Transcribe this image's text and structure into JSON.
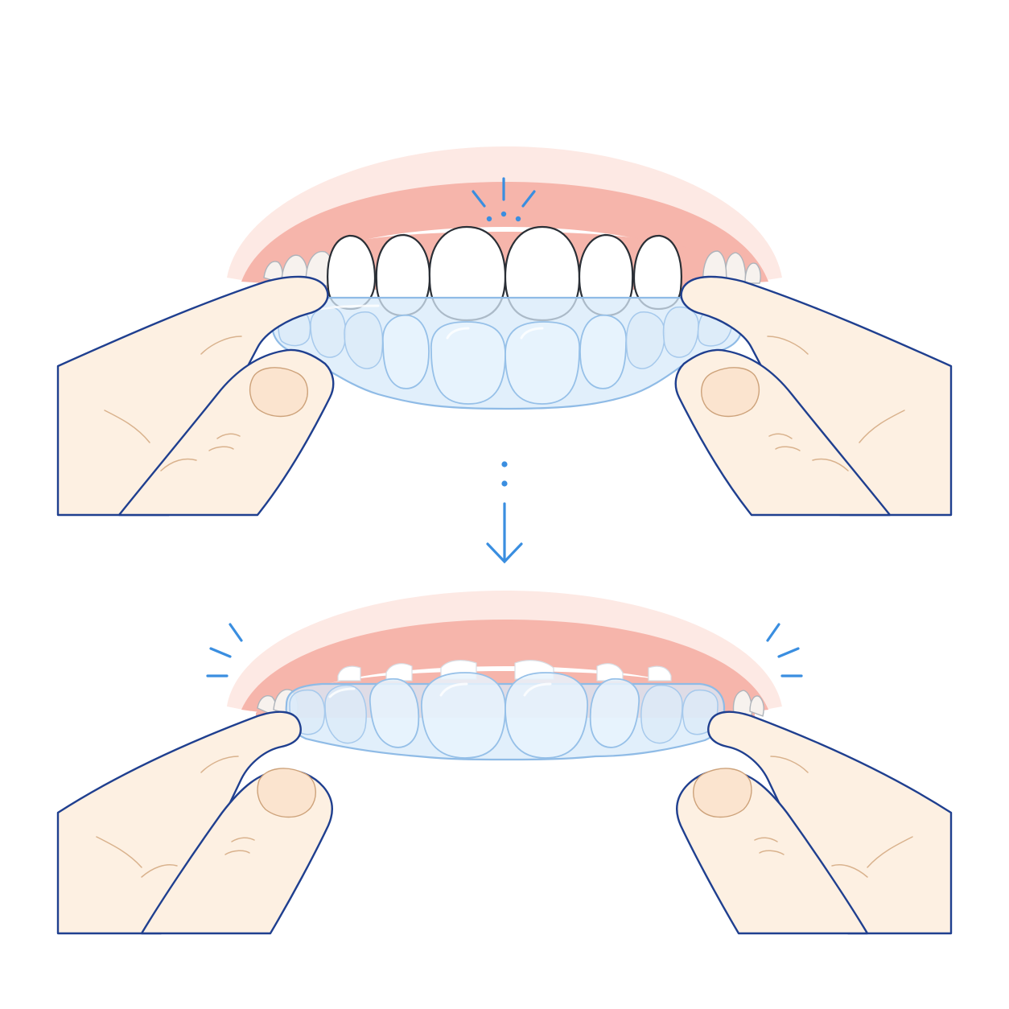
{
  "figure": {
    "panels": [
      {
        "id": "before",
        "description_tag": "aligner-held-below-teeth"
      },
      {
        "id": "after",
        "description_tag": "aligner-seated-on-teeth"
      }
    ],
    "icons": {
      "sparkle": "sparkle-lines-icon",
      "arrow": "down-arrow-icon"
    },
    "colors": {
      "accent": "#3a8ee0",
      "outline": "#1f3f8f",
      "gum": "#f6b5ab",
      "skin": "#fdf0e2",
      "aligner": "#d7e9f9"
    }
  }
}
